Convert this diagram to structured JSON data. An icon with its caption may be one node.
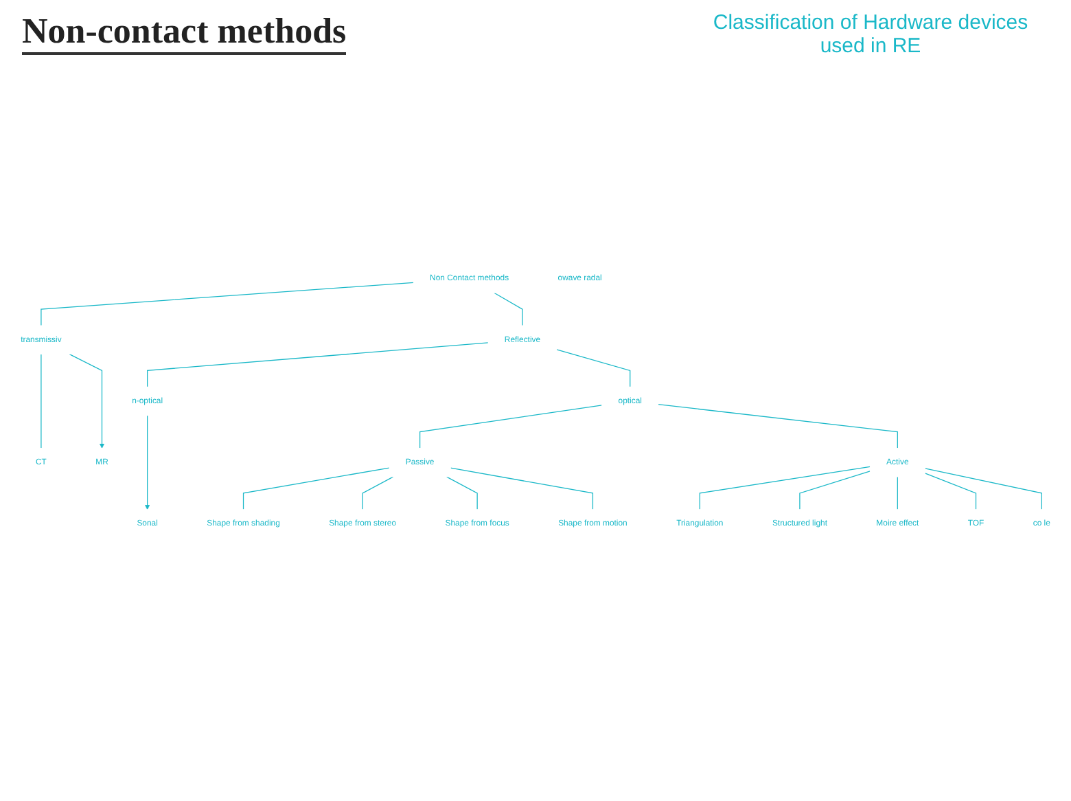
{
  "diagram": {
    "title": "Non-contact methods",
    "nodes": [
      {
        "text": [
          "Non Contact methods"
        ]
      },
      {
        "text": [
          "Reflective"
        ]
      },
      {
        "text": [
          "transmissiv"
        ]
      },
      {
        "text": [
          "n-optical"
        ]
      },
      {
        "text": [
          "optical"
        ]
      },
      {
        "text": [
          "CT"
        ]
      },
      {
        "text": [
          "MR"
        ]
      },
      {
        "text": [
          "Sonal"
        ]
      },
      {
        "text": [
          "owave radal"
        ]
      },
      {
        "text": [
          "Passive"
        ]
      },
      {
        "text": [
          "Active"
        ]
      },
      {
        "text": [
          "Shape from shading"
        ]
      },
      {
        "text": [
          "Shape from stereo"
        ]
      },
      {
        "text": [
          "Shape from focus"
        ]
      },
      {
        "text": [
          "Shape from motion"
        ]
      },
      {
        "text": [
          "Triangulation"
        ]
      },
      {
        "text": [
          "Structured light"
        ]
      },
      {
        "text": [
          "Moire effect"
        ]
      },
      {
        "text": [
          "TOF"
        ]
      },
      {
        "text": [
          "co le"
        ]
      }
    ],
    "edges": [
      {
        "from": 0,
        "to": 1,
        "arrow": "none"
      },
      {
        "from": 0,
        "to": 2,
        "arrow": "none"
      },
      {
        "from": 1,
        "to": 3,
        "arrow": "none"
      },
      {
        "from": 1,
        "to": 4,
        "arrow": "none"
      },
      {
        "from": 2,
        "to": 5,
        "arrow": "none"
      },
      {
        "from": 2,
        "to": 6,
        "arrow": "to"
      },
      {
        "from": 3,
        "to": 7,
        "arrow": "to"
      },
      {
        "from": 4,
        "to": 9,
        "arrow": "none"
      },
      {
        "from": 4,
        "to": 10,
        "arrow": "none"
      },
      {
        "from": 9,
        "to": 11,
        "arrow": "none"
      },
      {
        "from": 9,
        "to": 12,
        "arrow": "none"
      },
      {
        "from": 9,
        "to": 13,
        "arrow": "none"
      },
      {
        "from": 9,
        "to": 14,
        "arrow": "none"
      },
      {
        "from": 10,
        "to": 15,
        "arrow": "none"
      },
      {
        "from": 10,
        "to": 16,
        "arrow": "none"
      },
      {
        "from": 10,
        "to": 17,
        "arrow": "none"
      },
      {
        "from": 10,
        "to": 18,
        "arrow": "none"
      },
      {
        "from": 10,
        "to": 19,
        "arrow": "none"
      }
    ],
    "labels": [
      "Classification of Hardware devices used in RE"
    ]
  }
}
